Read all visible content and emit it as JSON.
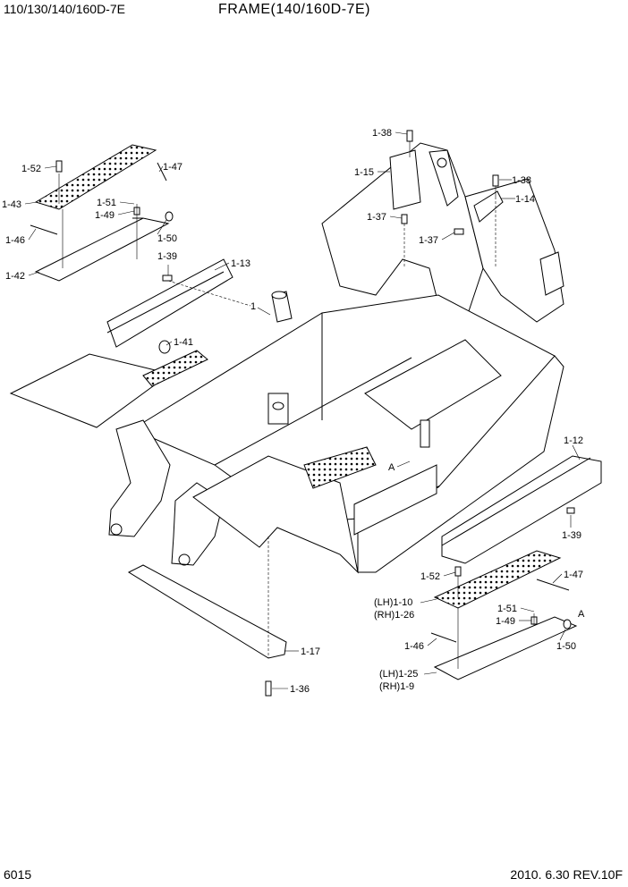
{
  "header": {
    "model": "110/130/140/160D-7E",
    "title": "FRAME(140/160D-7E)"
  },
  "footer": {
    "page": "6015",
    "revision": "2010. 6.30  REV.10F"
  },
  "callouts": {
    "c1_38a": "1-38",
    "c1_15": "1-15",
    "c1_38b": "1-38",
    "c1_14": "1-14",
    "c1_37a": "1-37",
    "c1_37b": "1-37",
    "c1_52a": "1-52",
    "c1_47a": "1-47",
    "c1_43": "1-43",
    "c1_51a": "1-51",
    "c1_49a": "1-49",
    "c1_46a": "1-46",
    "c1_50a": "1-50",
    "c1_42": "1-42",
    "c1_39a": "1-39",
    "c1_13": "1-13",
    "c1": "1",
    "c1_41": "1-41",
    "cA1": "A",
    "c1_12": "1-12",
    "c1_39b": "1-39",
    "c1_52b": "1-52",
    "c1_47b": "1-47",
    "c1_10": "(LH)1-10",
    "c1_26": "(RH)1-26",
    "c1_51b": "1-51",
    "cA2": "A",
    "c1_49b": "1-49",
    "c1_46b": "1-46",
    "c1_50b": "1-50",
    "c1_17": "1-17",
    "c1_25": "(LH)1-25",
    "c1_9": "(RH)1-9",
    "c1_36": "1-36"
  }
}
